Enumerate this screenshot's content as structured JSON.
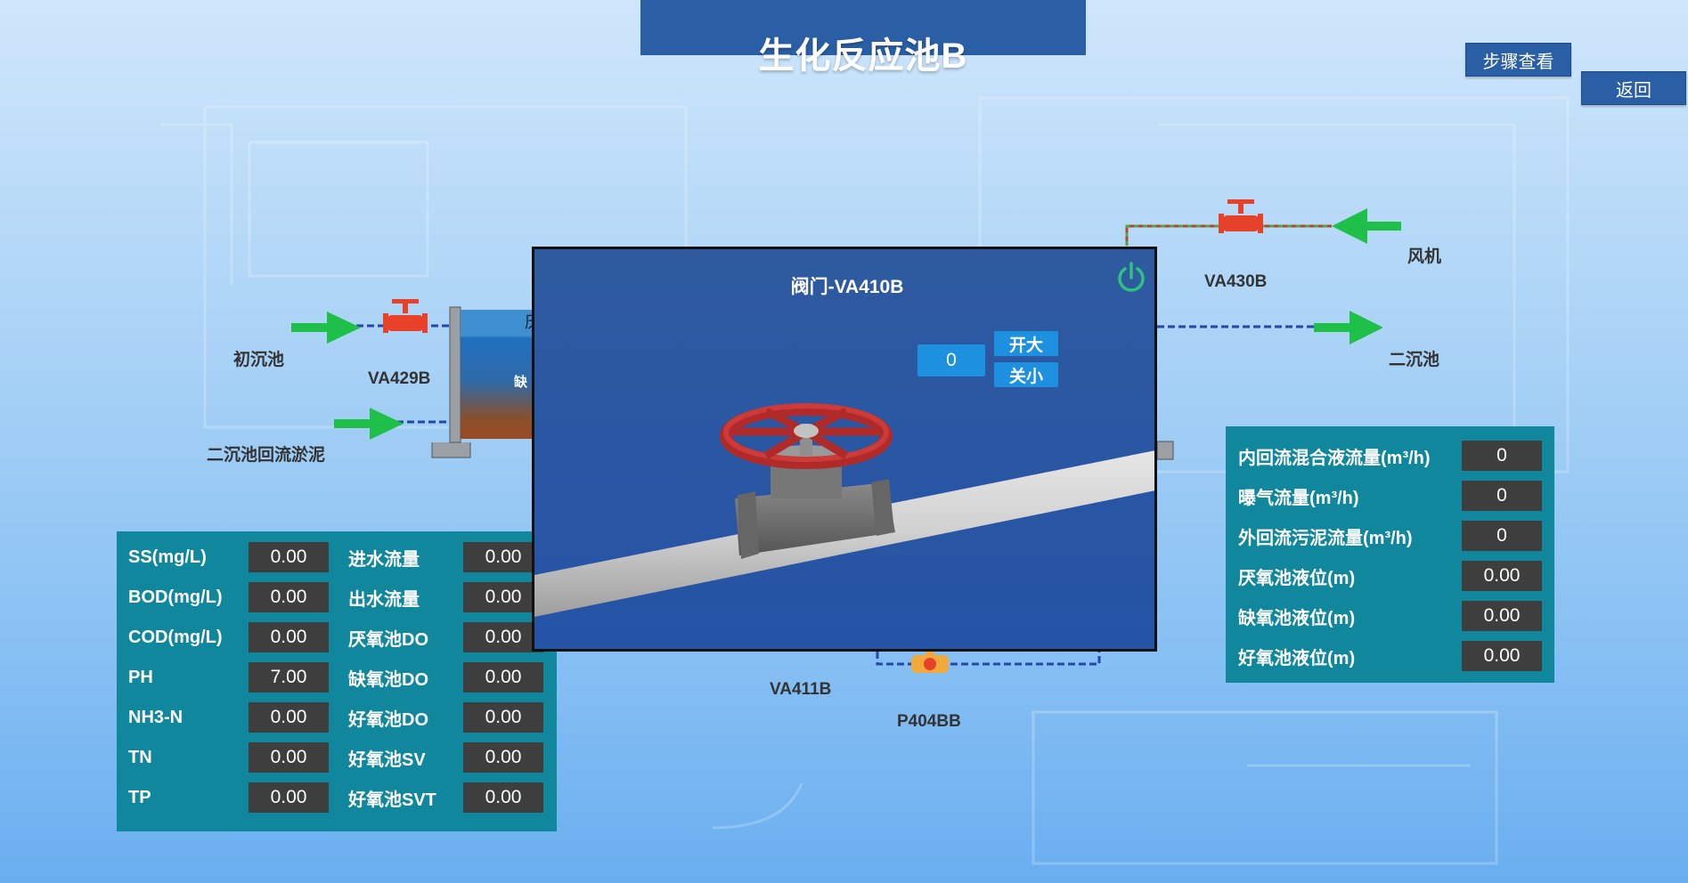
{
  "header": {
    "title": "生化反应池B"
  },
  "buttons": {
    "steps": "步骤查看",
    "back": "返回"
  },
  "diagram": {
    "labels": {
      "primary_tank": "初沉池",
      "secondary_return_sludge": "二沉池回流淤泥",
      "valve_429": "VA429B",
      "valve_430": "VA430B",
      "blower": "风机",
      "secondary_tank": "二沉池",
      "valve_411": "VA411B",
      "pump_404": "P404BB",
      "tank_partial_top": "厌",
      "tank_partial_mid": "缺"
    }
  },
  "left_panel": {
    "rows": [
      {
        "name": "SS(mg/L)",
        "value": "0.00",
        "name2": "进水流量",
        "value2": "0.00"
      },
      {
        "name": "BOD(mg/L)",
        "value": "0.00",
        "name2": "出水流量",
        "value2": "0.00"
      },
      {
        "name": "COD(mg/L)",
        "value": "0.00",
        "name2": "厌氧池DO",
        "value2": "0.00"
      },
      {
        "name": "PH",
        "value": "7.00",
        "name2": "缺氧池DO",
        "value2": "0.00"
      },
      {
        "name": "NH3-N",
        "value": "0.00",
        "name2": "好氧池DO",
        "value2": "0.00"
      },
      {
        "name": "TN",
        "value": "0.00",
        "name2": "好氧池SV",
        "value2": "0.00"
      },
      {
        "name": "TP",
        "value": "0.00",
        "name2": "好氧池SVT",
        "value2": "0.00"
      }
    ]
  },
  "right_panel": {
    "rows": [
      {
        "name": "内回流混合液流量(m³/h)",
        "value": "0"
      },
      {
        "name": "曝气流量(m³/h)",
        "value": "0"
      },
      {
        "name": "外回流污泥流量(m³/h)",
        "value": "0"
      },
      {
        "name": "厌氧池液位(m)",
        "value": "0.00"
      },
      {
        "name": "缺氧池液位(m)",
        "value": "0.00"
      },
      {
        "name": "好氧池液位(m)",
        "value": "0.00"
      }
    ]
  },
  "modal": {
    "title": "阀门-VA410B",
    "input_value": "0",
    "open_label": "开大",
    "close_label": "关小"
  },
  "colors": {
    "panel": "#11879e",
    "value_box": "#3e3e3e",
    "title_bar": "#2a5ea5",
    "arrow": "#1fc04a",
    "valve": "#e8412a",
    "power_icon": "#2ec27e"
  },
  "icons": [
    "power-icon",
    "arrow-right-icon",
    "arrow-left-icon",
    "valve-icon",
    "pump-icon",
    "handwheel-valve-3d"
  ]
}
